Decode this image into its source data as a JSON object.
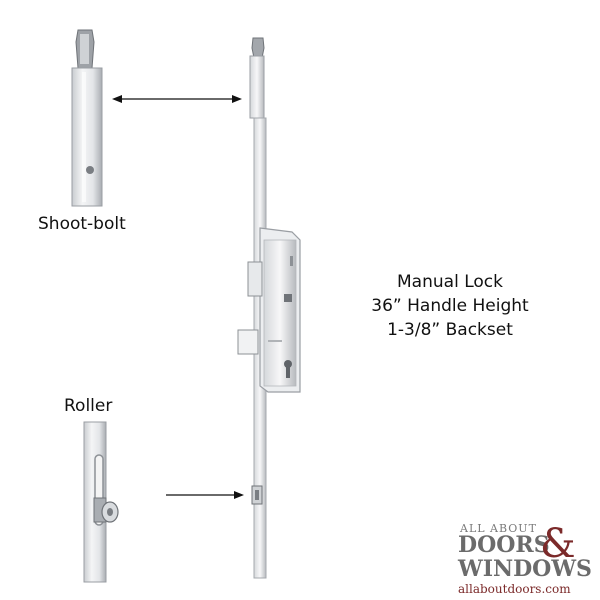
{
  "labels": {
    "shoot_bolt": "Shoot-bolt",
    "roller": "Roller"
  },
  "spec": {
    "line1": "Manual Lock",
    "line2": "36” Handle Height",
    "line3": "1-3/8” Backset"
  },
  "logo": {
    "top": "ALL ABOUT",
    "line1": "DOORS",
    "amp": "&",
    "line2": "WINDOWS",
    "url": "allaboutdoors.com"
  },
  "colors": {
    "metal_light": "#eef0f2",
    "metal_mid": "#c9ccd0",
    "metal_dark": "#8d9196",
    "arrow": "#111111",
    "brand_red": "#7b2a2a",
    "brand_grey": "#6b6b6b"
  }
}
